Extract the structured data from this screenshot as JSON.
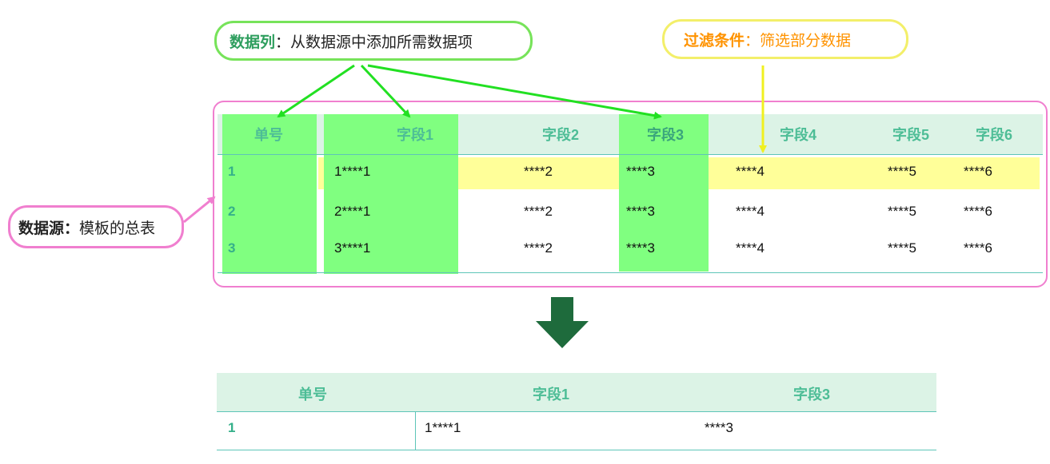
{
  "callouts": {
    "columns": {
      "key": "数据列",
      "sep": "：",
      "desc": "从数据源中添加所需数据项"
    },
    "filter": {
      "key": "过滤条件",
      "sep": "：",
      "desc": "筛选部分数据"
    },
    "source": {
      "key": "数据源",
      "sep": "：",
      "desc": "模板的总表"
    }
  },
  "source_table": {
    "headers": [
      "单号",
      "字段1",
      "字段2",
      "字段3",
      "字段4",
      "字段5",
      "字段6"
    ],
    "rows": [
      [
        "1",
        "1****1",
        "****2",
        "****3",
        "****4",
        "****5",
        "****6"
      ],
      [
        "2",
        "2****1",
        "****2",
        "****3",
        "****4",
        "****5",
        "****6"
      ],
      [
        "3",
        "3****1",
        "****2",
        "****3",
        "****4",
        "****5",
        "****6"
      ]
    ]
  },
  "result_table": {
    "headers": [
      "单号",
      "字段1",
      "字段3"
    ],
    "rows": [
      [
        "1",
        "1****1",
        "****3"
      ]
    ]
  },
  "colors": {
    "selected_column": "#80ff80",
    "filter_row": "#ffff99",
    "header_band": "#dcf3e6",
    "down_arrow": "#1e6b3c"
  }
}
